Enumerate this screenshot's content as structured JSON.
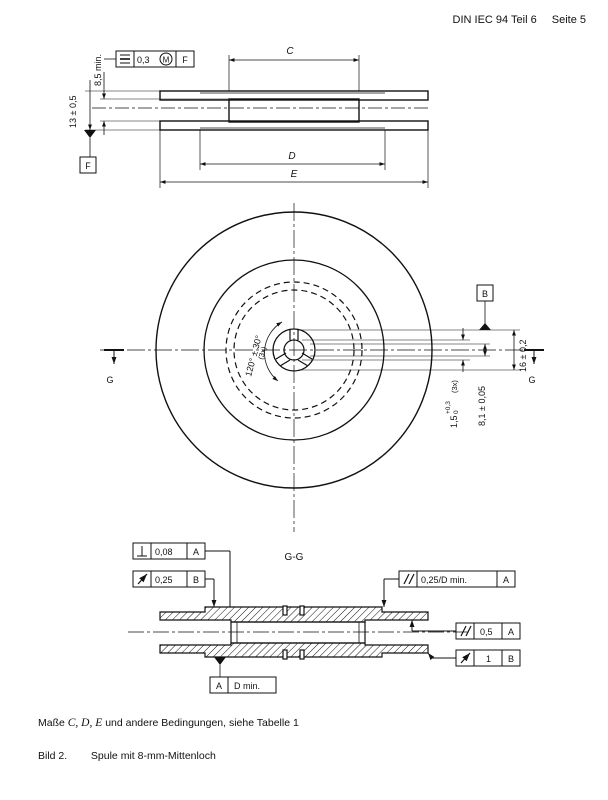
{
  "header": {
    "document": "DIN IEC 94 Teil 6",
    "page": "Seite 5"
  },
  "top_view": {
    "dim_c": "C",
    "dim_d": "D",
    "dim_e": "E",
    "dim_height": "8,5 min.",
    "dim_width": "13 ± 0,5",
    "datum_f": "F",
    "frame": {
      "value": "0,3",
      "modifier": "M",
      "datum": "F"
    }
  },
  "front_view": {
    "datum_b": "B",
    "section_left": "G",
    "section_right": "G",
    "angle": "120° ± 30°",
    "angle_count": "(3x)",
    "slot_width": "1,5",
    "slot_tol_upper": "+0,3",
    "slot_tol_lower": "0",
    "slot_count": "(3x)",
    "hole_dim": "8,1 ± 0,05",
    "hub_dim": "16 ± 0,2"
  },
  "section_view": {
    "title": "G-G",
    "frame_perp": {
      "value": "0,08",
      "datum": "A"
    },
    "frame_runout": {
      "value": "0,25",
      "datum": "B"
    },
    "frame_par_top": {
      "value": "0,25/D min.",
      "datum": "A"
    },
    "frame_par_right": {
      "value": "0,5",
      "datum": "A"
    },
    "frame_runout_right": {
      "value": "1",
      "datum": "B"
    },
    "datum_a": "A",
    "datum_a_note": "D min."
  },
  "note": {
    "prefix": "Maße",
    "vars": "C, D, E",
    "suffix": "und andere Bedingungen, siehe Tabelle 1"
  },
  "caption": {
    "number": "Bild 2.",
    "text": "Spule mit 8-mm-Mittenloch"
  }
}
